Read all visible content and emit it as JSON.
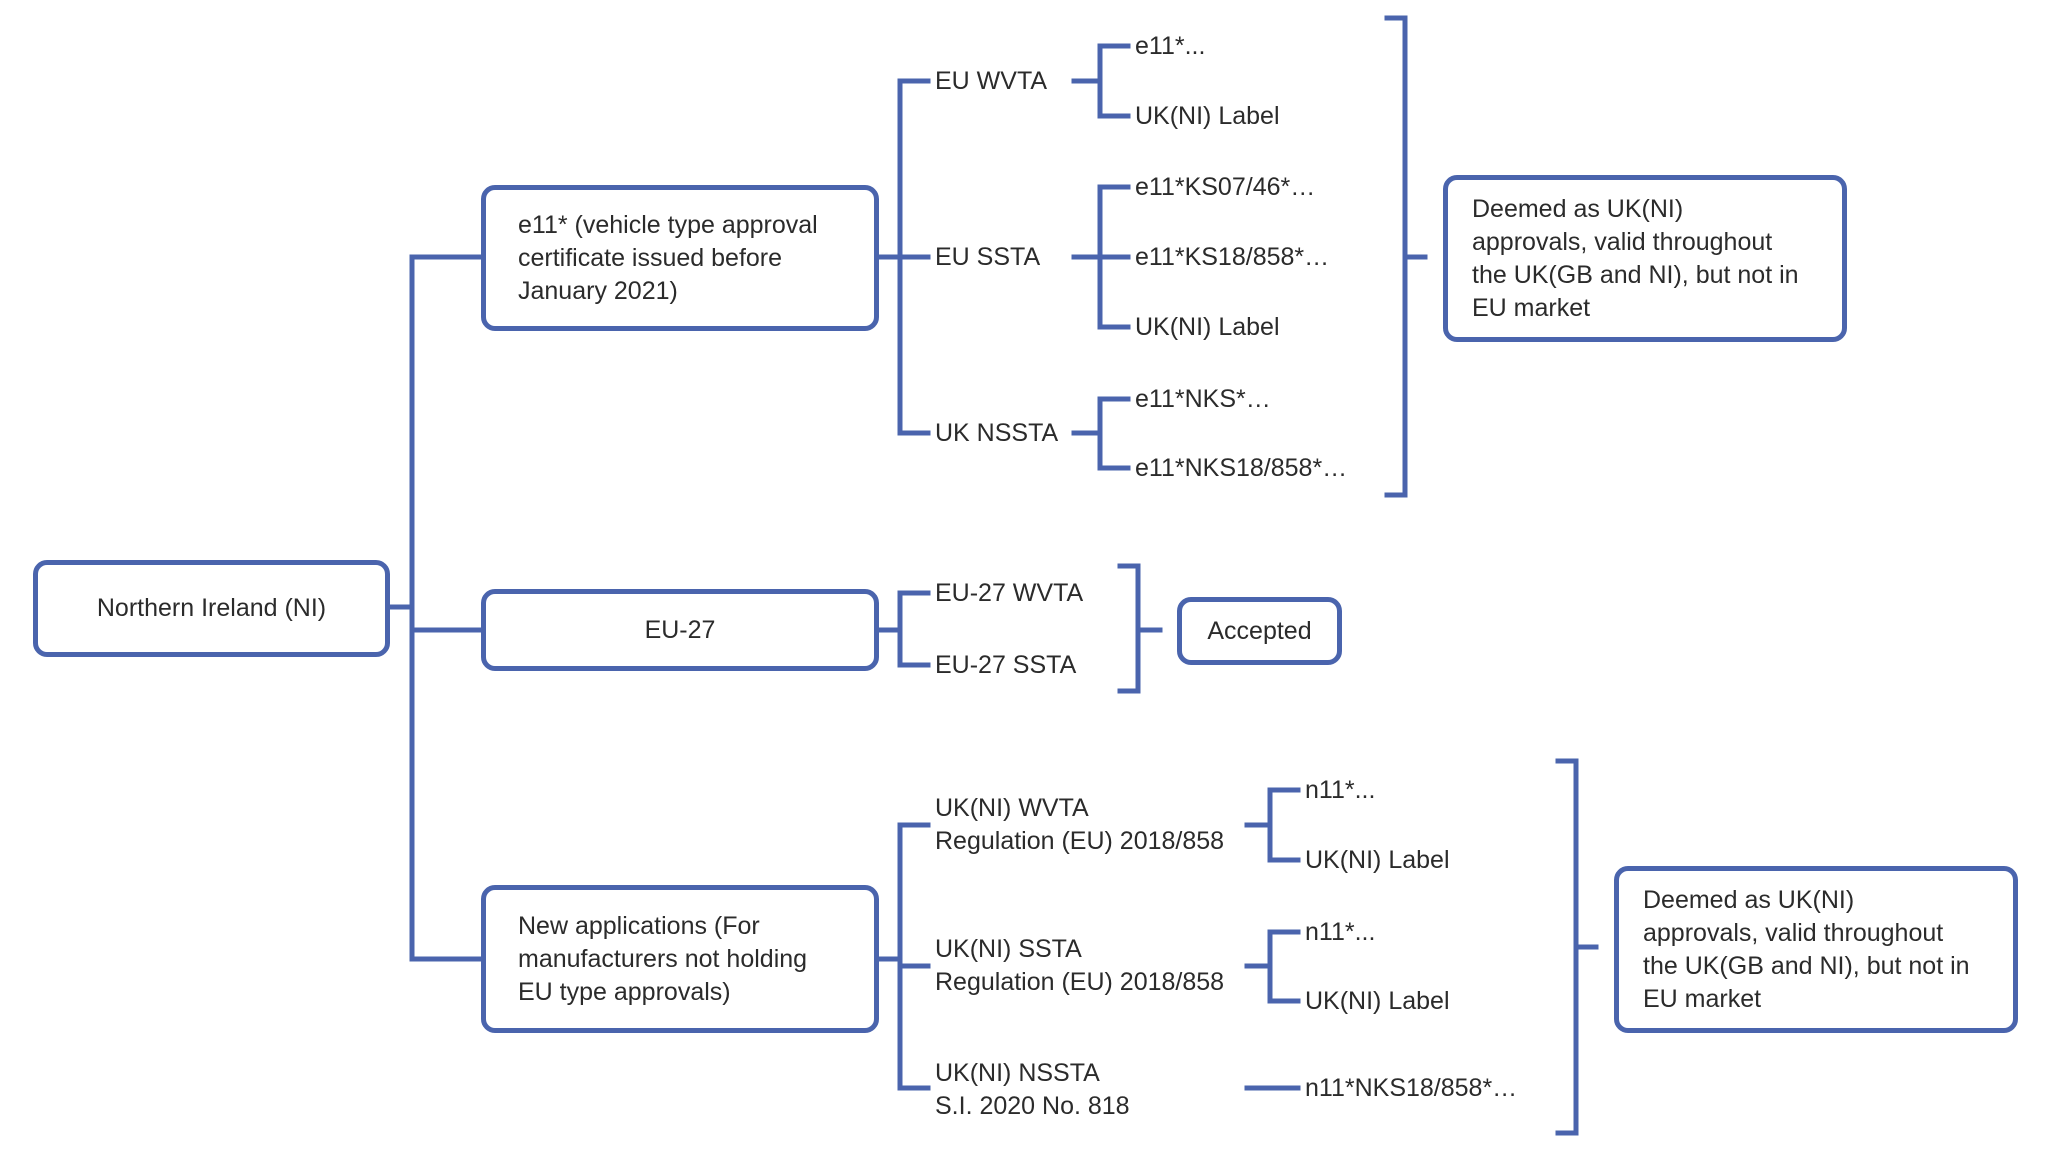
{
  "colors": {
    "line": "#4a64ad",
    "text": "#2b2b2b",
    "background": "#ffffff"
  },
  "root": {
    "label": "Northern Ireland (NI)"
  },
  "groups": [
    {
      "box": "e11* (vehicle type approval\ncertificate issued before\nJanuary 2021)",
      "types": [
        {
          "label": "EU WVTA",
          "items": [
            "e11*...",
            "UK(NI) Label"
          ]
        },
        {
          "label": "EU SSTA",
          "items": [
            "e11*KS07/46*…",
            "e11*KS18/858*…",
            "UK(NI) Label"
          ]
        },
        {
          "label": "UK NSSTA",
          "items": [
            "e11*NKS*…",
            "e11*NKS18/858*…"
          ]
        }
      ],
      "outcome": "Deemed as UK(NI)\napprovals, valid throughout\nthe UK(GB and NI), but not in\nEU market"
    },
    {
      "box": "EU-27",
      "types": [
        {
          "label": "EU-27 WVTA"
        },
        {
          "label": "EU-27 SSTA"
        }
      ],
      "outcome": "Accepted"
    },
    {
      "box": "New applications (For\nmanufacturers not holding\nEU type approvals)",
      "types": [
        {
          "label": "UK(NI) WVTA\nRegulation (EU) 2018/858",
          "items": [
            "n11*...",
            "UK(NI) Label"
          ]
        },
        {
          "label": "UK(NI) SSTA\nRegulation (EU) 2018/858",
          "items": [
            "n11*...",
            "UK(NI) Label"
          ]
        },
        {
          "label": "UK(NI) NSSTA\nS.I. 2020 No. 818",
          "items": [
            "n11*NKS18/858*…"
          ]
        }
      ],
      "outcome": "Deemed as UK(NI)\napprovals, valid throughout\nthe UK(GB and NI), but not in\nEU market"
    }
  ]
}
